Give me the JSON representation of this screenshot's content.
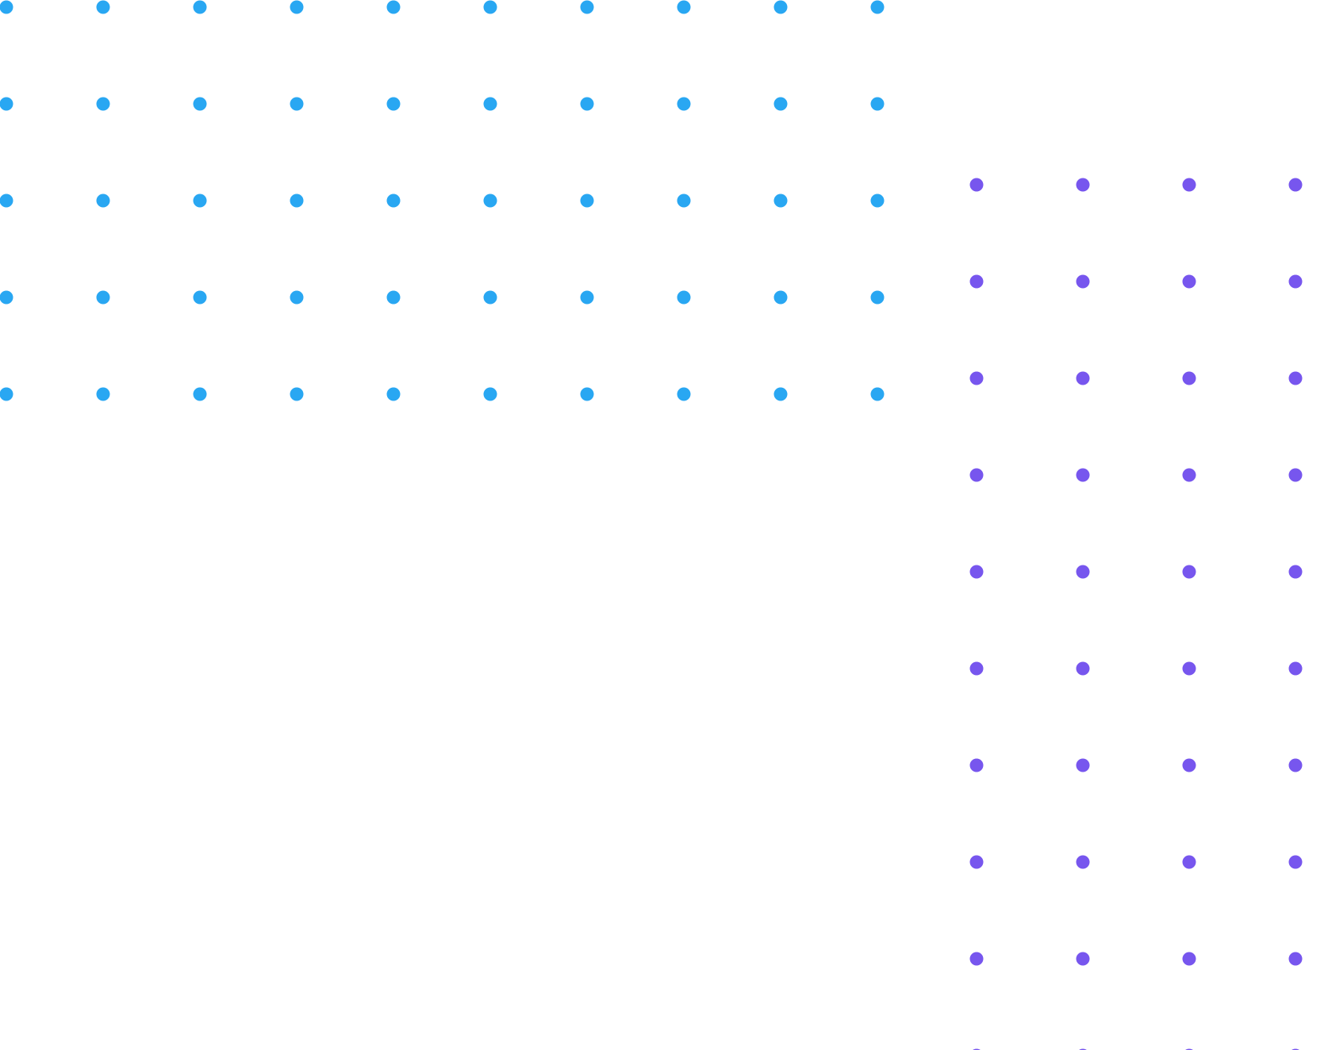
{
  "pattern": {
    "blue_grid": {
      "rows": 5,
      "cols": 10,
      "color": "#29a7f2",
      "icon": "dot-icon"
    },
    "purple_grid": {
      "rows": 10,
      "cols": 4,
      "color": "#7756ee",
      "icon": "dot-icon"
    }
  }
}
